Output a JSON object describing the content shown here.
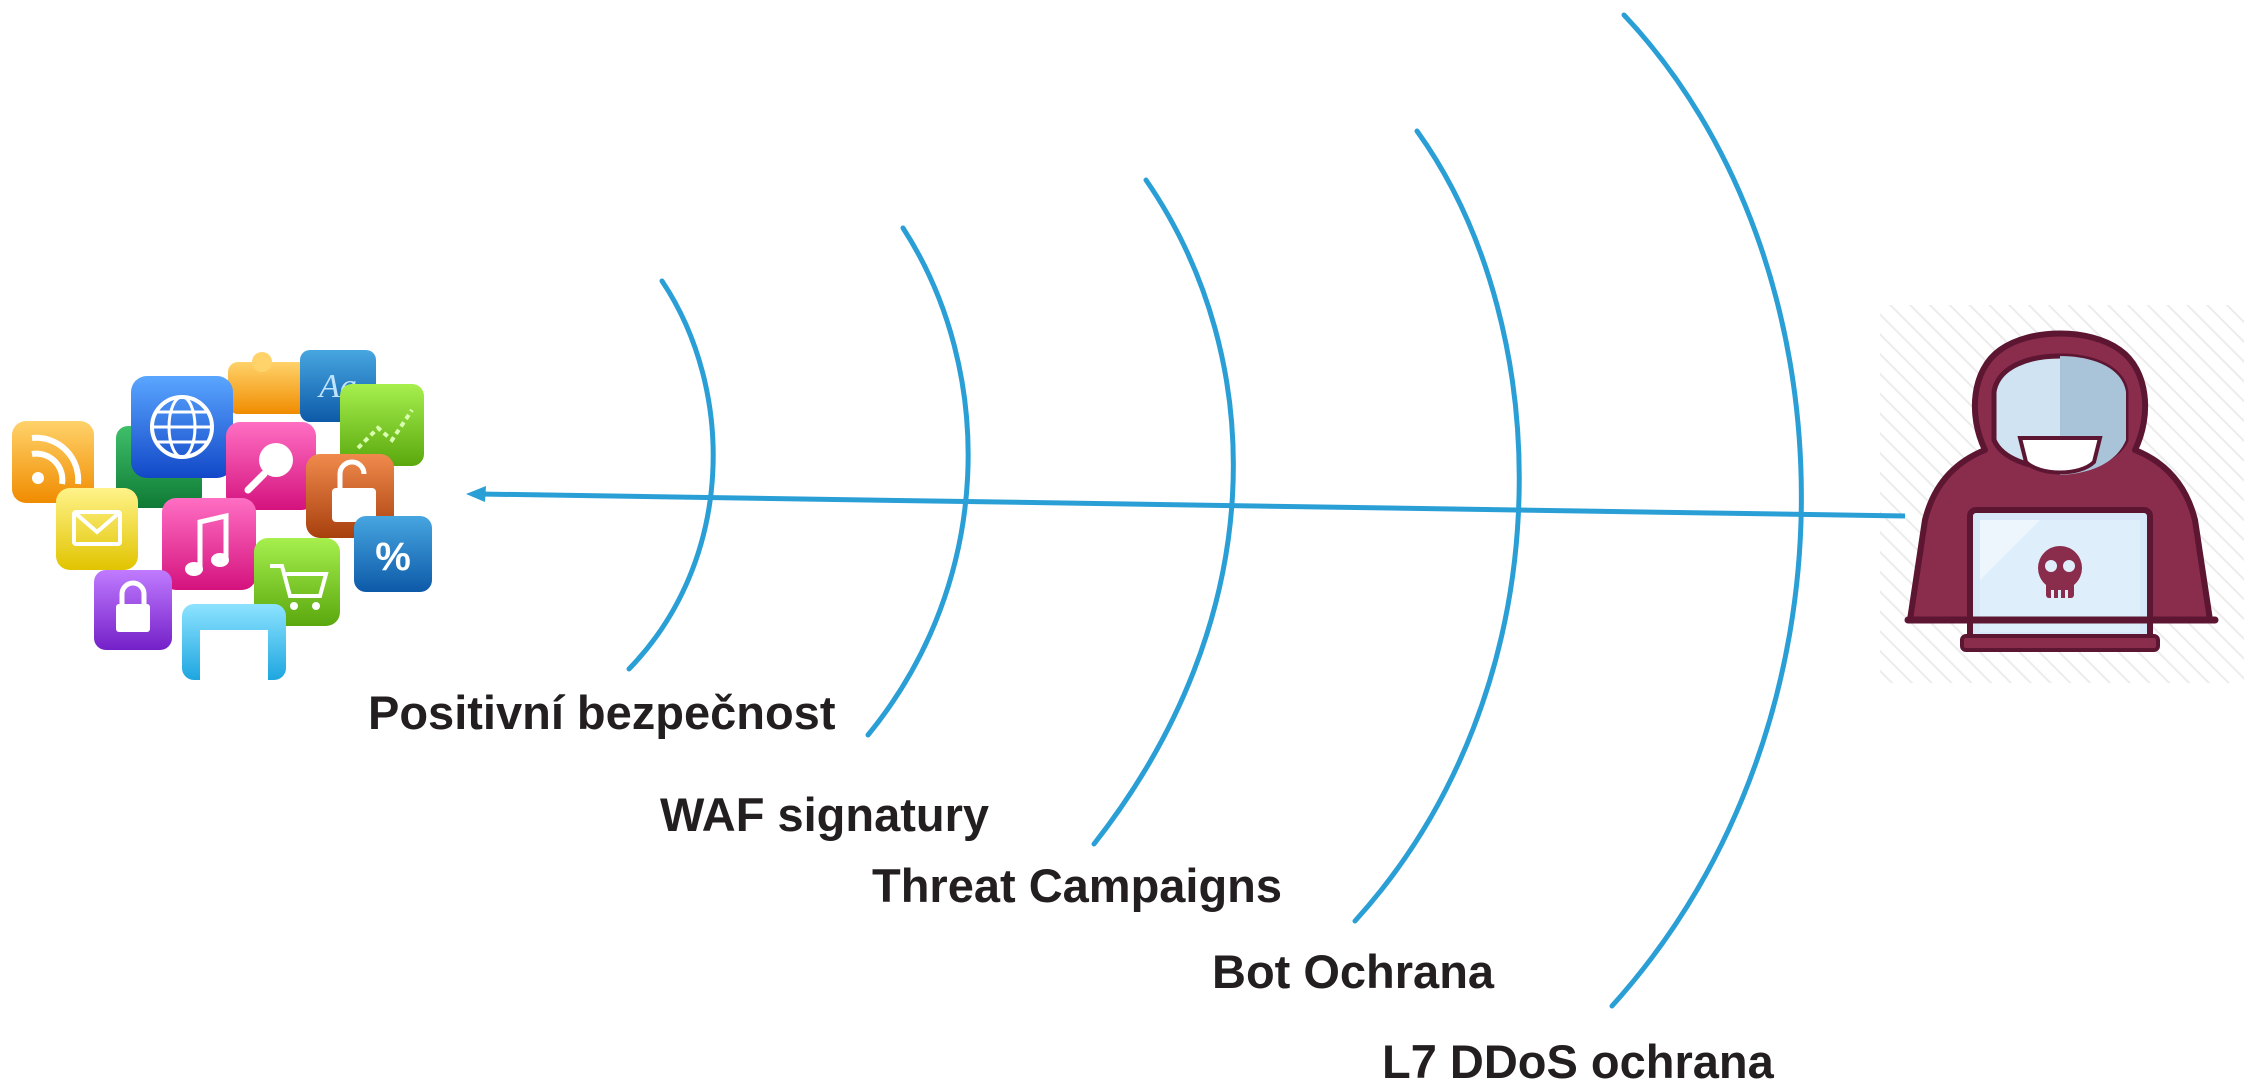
{
  "layers": [
    {
      "label": "Positivní bezpečnost"
    },
    {
      "label": "WAF signatury"
    },
    {
      "label": "Threat Campaigns"
    },
    {
      "label": "Bot Ochrana"
    },
    {
      "label": "L7 DDoS ochrana"
    }
  ],
  "apps_cluster": {
    "icons": [
      "rss-icon",
      "mail-icon",
      "globe-icon",
      "music-icon",
      "search-icon",
      "lock-icon",
      "cart-icon",
      "percent-icon",
      "font-icon",
      "puzzle-icon",
      "graph-icon",
      "user-icon",
      "tablet-icon"
    ],
    "font_icon_text": "Aa",
    "percent_icon_text": "%"
  },
  "attacker": {
    "icon": "hooded-hacker-laptop-icon"
  },
  "colors": {
    "arc": "#2a9fd6",
    "arrow": "#2a9fd6",
    "label_text": "#231f20",
    "hacker_hood": "#8a2c4c",
    "hacker_light": "#cfe3f3"
  }
}
